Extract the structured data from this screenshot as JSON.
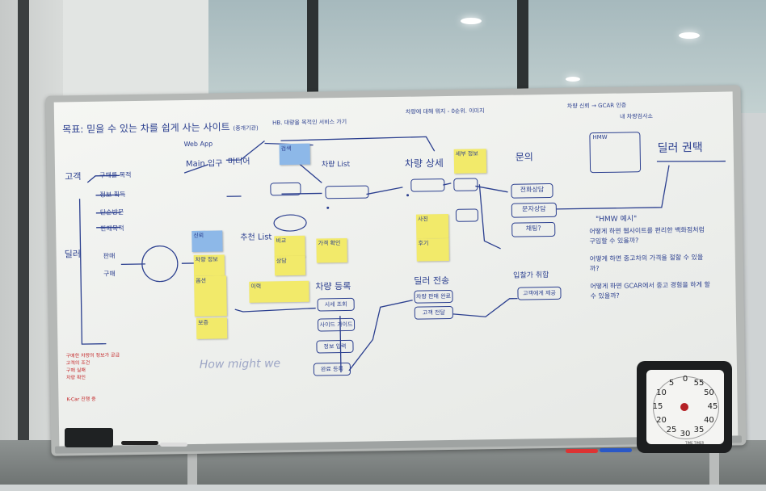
{
  "board": {
    "goal": "목표: 믿을 수 있는 차를 쉽게 사는 사이트",
    "goal_suffix": "(중개기관)",
    "top_note": "HB. 대량을 목적인 서비스 가기",
    "top_center_note": "차량에 대해 뭐지 - 0순위. 이미지",
    "top_right_line1": "차량 신뢰 → GCAR 인증",
    "top_right_line2": "내 차량검사소",
    "customer": "고객",
    "customer_items": [
      "구매를 목적",
      "정보 획득",
      "단순방문",
      "판매목적"
    ],
    "dealer": "딜러",
    "dealer_items": [
      "판매",
      "구매"
    ],
    "web_app": "Web App",
    "main_entry": "Main 입구",
    "media": "미디어",
    "search": "검색",
    "vehicle_list": "차량 List",
    "vehicle_detail": "차량 상세",
    "inquiry": "문의",
    "inquiry_items": [
      "전화상담",
      "문자상담",
      "채팅?"
    ],
    "recommend_list": "추천 List",
    "registration": "차량 등록",
    "registration_items": [
      "시세 조회",
      "사이드 가이드",
      "정보 입력",
      "완료 등록"
    ],
    "dealer_sale": "딜러 전송",
    "dealer_sale_items": [
      "차량 판매 완료",
      "고객 전달"
    ],
    "purchase": "입찰가 취합",
    "purchase_item": "고객에게 제공",
    "hmw_label": "HMW",
    "hmw_title": "\"HMW 예시\"",
    "hmw_items": [
      "어떻게 하면 웹사이트를 편리한 백화점처럼 구입할 수 있을까?",
      "어떻게 하면 중고차의 가격을 절할 수 있을까?",
      "어떻게 하면 GCAR에서 중고 경험을 하게 할 수 있을까?"
    ],
    "dollar_select": "딜러 권택",
    "how_might_we": "How might we",
    "left_red_notes": [
      "구매한 차량의 정보가 궁금",
      "고객의 조건",
      "구매 실패",
      "차량 확인",
      "K-Car 진행 중"
    ],
    "sticky_notes": [
      "검색",
      "신뢰",
      "세부 정보",
      "비교",
      "상담",
      "가격 확인",
      "사진",
      "후기",
      "차량 정보",
      "옵션",
      "보증",
      "이력"
    ]
  },
  "timer": {
    "numbers": [
      "0",
      "5",
      "10",
      "15",
      "20",
      "25",
      "30",
      "35",
      "40",
      "45",
      "50",
      "55"
    ],
    "brand": "TIME TIMER"
  }
}
